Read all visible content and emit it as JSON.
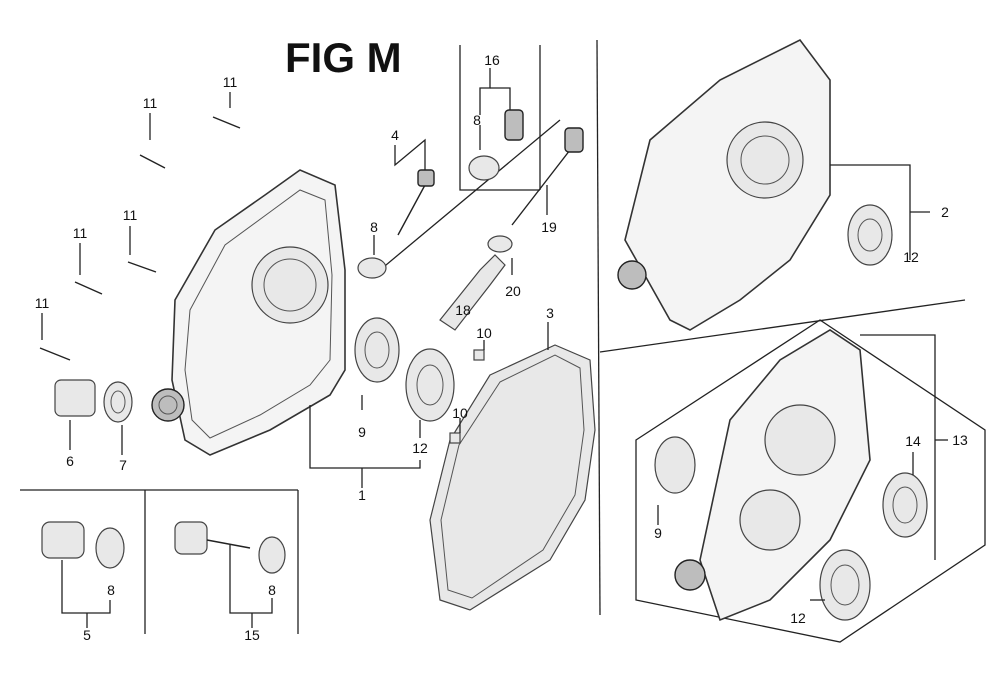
{
  "figure": {
    "title": "FIG M"
  },
  "callouts": {
    "c1": "1",
    "c2": "2",
    "c3": "3",
    "c4": "4",
    "c5": "5",
    "c6": "6",
    "c7": "7",
    "c8a": "8",
    "c8b": "8",
    "c8c": "8",
    "c8d": "8",
    "c9a": "9",
    "c9b": "9",
    "c10a": "10",
    "c10b": "10",
    "c11a": "11",
    "c11b": "11",
    "c11c": "11",
    "c11d": "11",
    "c11e": "11",
    "c12a": "12",
    "c12b": "12",
    "c12c": "12",
    "c13": "13",
    "c14": "14",
    "c15": "15",
    "c16": "16",
    "c18": "18",
    "c19": "19",
    "c20": "20"
  }
}
